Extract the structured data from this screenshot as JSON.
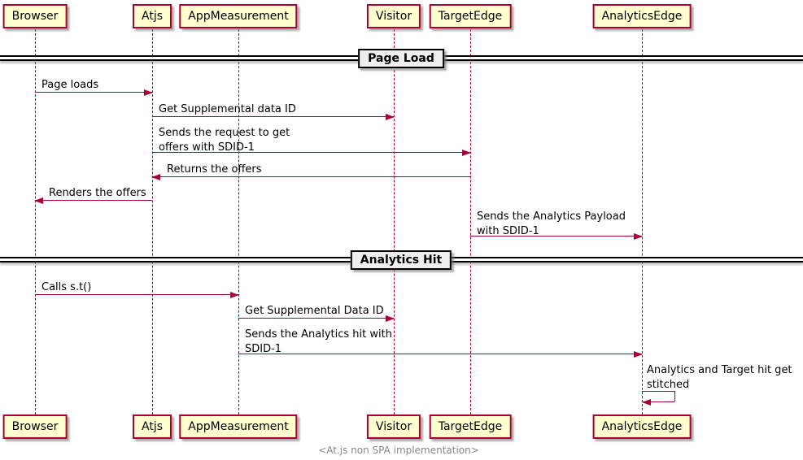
{
  "diagram_type": "uml-sequence-diagram",
  "colors": {
    "participant_fill": "#FEFECE",
    "participant_border": "#A80036",
    "arrow": "#A80036",
    "lifeline": "#A80036",
    "divider_fill": "#EEEEEE",
    "divider_border": "#000000",
    "footer_text": "#888888",
    "background": "#FFFFFF"
  },
  "participants": [
    {
      "label": "Browser"
    },
    {
      "label": "Atjs"
    },
    {
      "label": "AppMeasurement"
    },
    {
      "label": "Visitor"
    },
    {
      "label": "TargetEdge"
    },
    {
      "label": "AnalyticsEdge"
    }
  ],
  "dividers": [
    {
      "label": "Page Load"
    },
    {
      "label": "Analytics Hit"
    }
  ],
  "messages": [
    {
      "label": "Page loads",
      "from": "Browser",
      "to": "Atjs"
    },
    {
      "label": "Get Supplemental data ID",
      "from": "Atjs",
      "to": "Visitor"
    },
    {
      "label": "Sends the request to get\noffers with SDID-1",
      "from": "Atjs",
      "to": "TargetEdge"
    },
    {
      "label": "Returns the offers",
      "from": "TargetEdge",
      "to": "Atjs"
    },
    {
      "label": "Renders the offers",
      "from": "Atjs",
      "to": "Browser"
    },
    {
      "label": "Sends the Analytics Payload\nwith SDID-1",
      "from": "TargetEdge",
      "to": "AnalyticsEdge"
    },
    {
      "label": "Calls s.t()",
      "from": "Browser",
      "to": "AppMeasurement"
    },
    {
      "label": "Get Supplemental Data ID",
      "from": "AppMeasurement",
      "to": "Visitor"
    },
    {
      "label": "Sends the Analytics hit with\nSDID-1",
      "from": "AppMeasurement",
      "to": "AnalyticsEdge"
    },
    {
      "label": "Analytics and Target hit get\nstitched",
      "from": "AnalyticsEdge",
      "to": "AnalyticsEdge"
    }
  ],
  "footer": {
    "text": "<At.js non SPA implementation>"
  }
}
